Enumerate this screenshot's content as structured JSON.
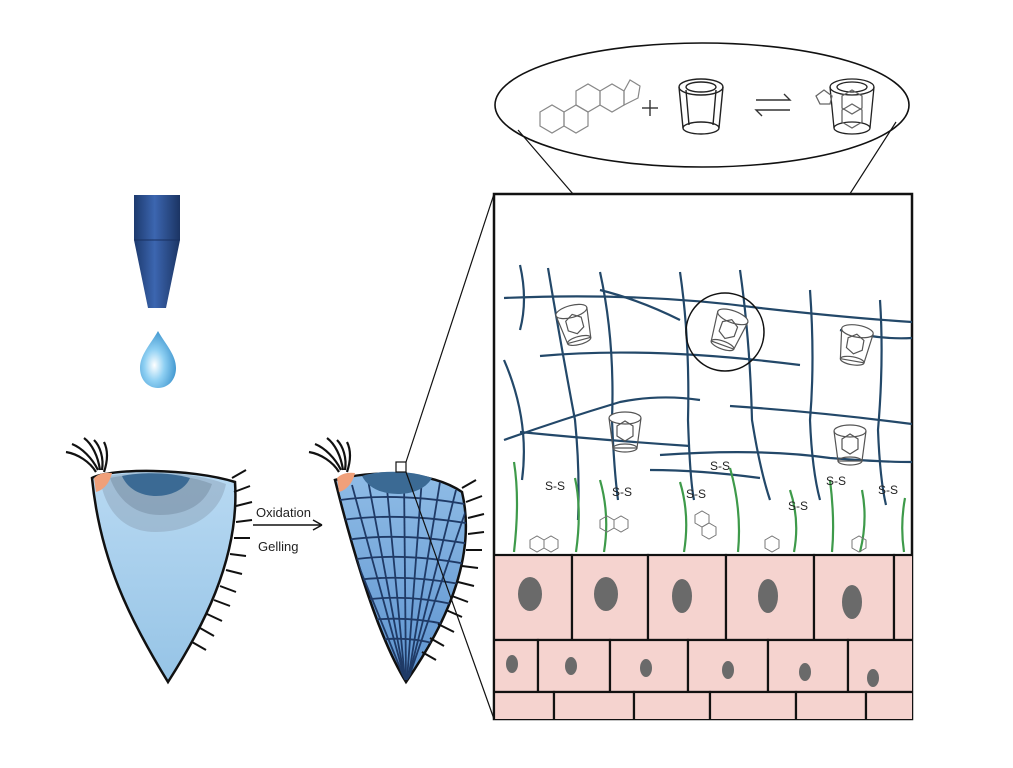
{
  "labels": {
    "oxidation": "Oxidation",
    "gelling": "Gelling",
    "disulfide": "S-S"
  },
  "colors": {
    "dropper": "#2b4f8e",
    "drop": "#5aa9dc",
    "eye_fill": "#a9d0ee",
    "iris": "#3c6f98",
    "caruncle": "#f0a07a",
    "fiber_dark": "#234869",
    "mucin_green": "#3e9a4a",
    "cell_fill": "#f5d3cf",
    "nucleus": "#6a6a6a"
  },
  "icons": [
    "dropper-icon",
    "drop-icon",
    "steroid-molecule-icon",
    "cyclodextrin-icon",
    "inclusion-complex-icon",
    "equilibrium-arrows-icon",
    "plus-icon"
  ]
}
